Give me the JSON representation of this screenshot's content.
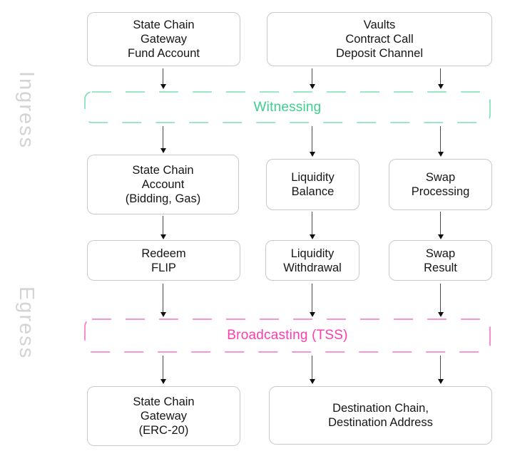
{
  "diagram": {
    "side_labels": {
      "ingress": "Ingress",
      "egress": "Egress"
    },
    "bands": [
      {
        "id": "witnessing",
        "label": "Witnessing",
        "text_color": "#3ecf8e",
        "stroke_color": "#7bdfb4"
      },
      {
        "id": "broadcasting",
        "label": "Broadcasting (TSS)",
        "text_color": "#ff3cae",
        "stroke_color": "#f971c4"
      }
    ],
    "nodes": [
      {
        "id": "state-chain-gateway-fund-account",
        "label": "State Chain\nGateway\nFund Account"
      },
      {
        "id": "vaults-contract-call-deposit-channel",
        "label": "Vaults\nContract Call\nDeposit Channel"
      },
      {
        "id": "state-chain-account-bidding-gas",
        "label": "State Chain\nAccount\n(Bidding, Gas)"
      },
      {
        "id": "liquidity-balance",
        "label": "Liquidity\nBalance"
      },
      {
        "id": "swap-processing",
        "label": "Swap\nProcessing"
      },
      {
        "id": "redeem-flip",
        "label": "Redeem\nFLIP"
      },
      {
        "id": "liquidity-withdrawal",
        "label": "Liquidity\nWithdrawal"
      },
      {
        "id": "swap-result",
        "label": "Swap\nResult"
      },
      {
        "id": "state-chain-gateway-erc20",
        "label": "State Chain\nGateway\n(ERC-20)"
      },
      {
        "id": "destination-chain-address",
        "label": "Destination Chain,\nDestination Address"
      }
    ],
    "colors": {
      "green": "#3ecf8e",
      "pink": "#ff3cae",
      "box_border": "#c9c9c9",
      "side_label": "#d4d4d4",
      "arrow": "#101010"
    }
  }
}
